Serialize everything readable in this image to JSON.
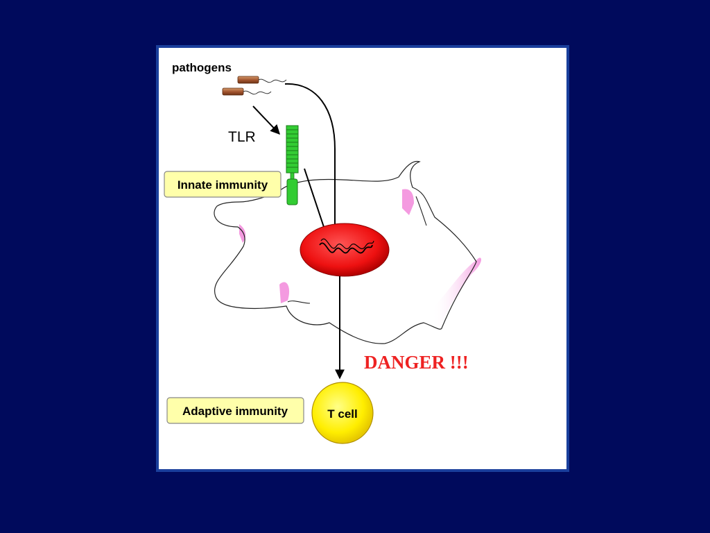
{
  "diagram": {
    "labels": {
      "pathogens": "pathogens",
      "tlr": "TLR",
      "innate": "Innate immunity",
      "adaptive": "Adaptive immunity",
      "tcell": "T cell",
      "danger": "DANGER !!!"
    },
    "colors": {
      "background": "#000a5c",
      "panel_border": "#1a3f9c",
      "panel_fill": "#ffffff",
      "nucleus": "#ee1111",
      "t_cell": "#ffee00",
      "label_box": "#ffffaa",
      "receptor": "#33cc33",
      "pathogen": "#a0522d",
      "membrane_highlight": "#f49ae0",
      "danger_text": "#ee2222"
    }
  }
}
